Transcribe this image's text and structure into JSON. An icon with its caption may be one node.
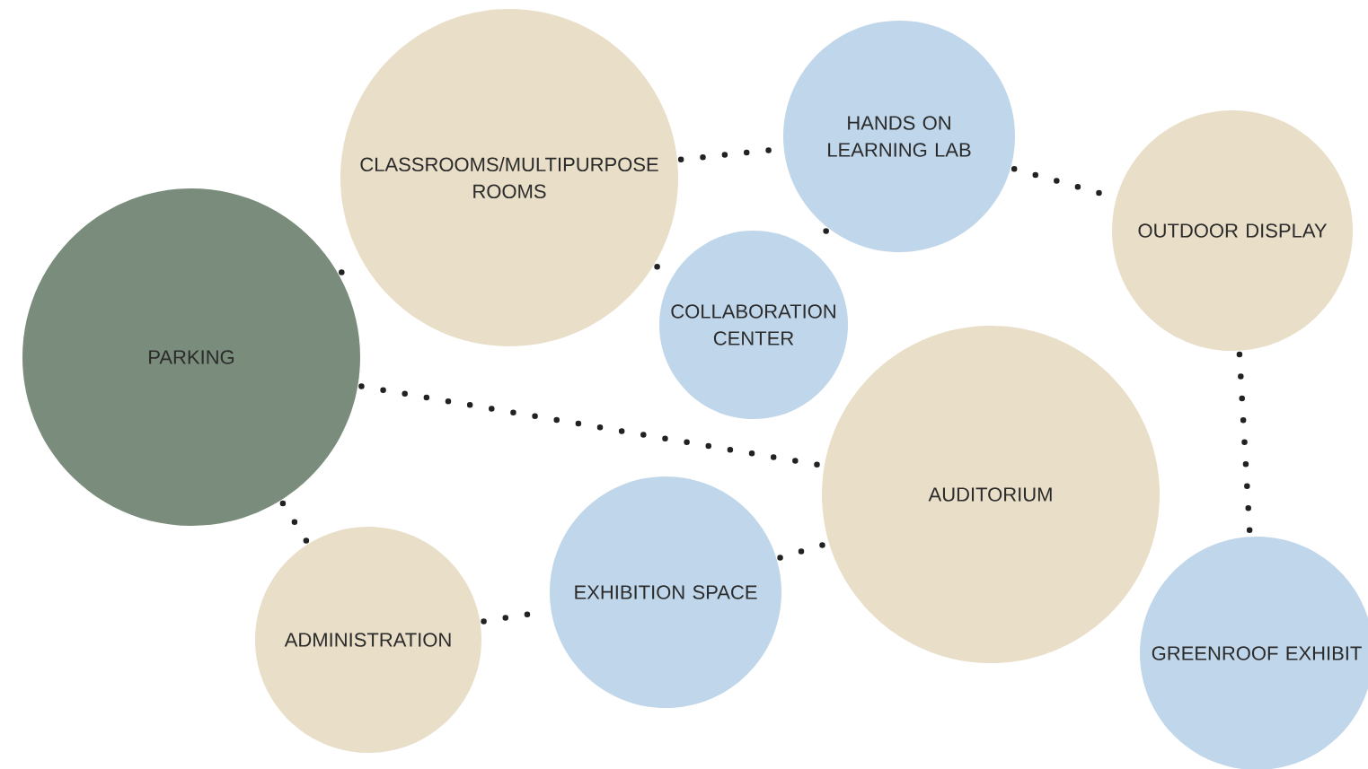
{
  "diagram": {
    "nodes": [
      {
        "text": [
          "CLASSROOMS/MULTIPURPOSE ROOMS"
        ]
      },
      {
        "text": [
          "HANDS ON LEARNING LAB"
        ]
      },
      {
        "text": [
          "OUTDOOR DISPLAY"
        ]
      },
      {
        "text": [
          "PARKING"
        ]
      },
      {
        "text": [
          "COLLABORATION CENTER"
        ]
      },
      {
        "text": [
          "AUDITORIUM"
        ]
      },
      {
        "text": [
          "EXHIBITION SPACE"
        ]
      },
      {
        "text": [
          "ADMINISTRATION"
        ]
      },
      {
        "text": [
          "GREENROOF EXHIBIT"
        ]
      }
    ],
    "edges": [
      {
        "from": 0,
        "to": 1,
        "arrow": "none"
      },
      {
        "from": 1,
        "to": 2,
        "arrow": "none"
      },
      {
        "from": 1,
        "to": 4,
        "arrow": "none"
      },
      {
        "from": 0,
        "to": 4,
        "arrow": "none"
      },
      {
        "from": 3,
        "to": 0,
        "arrow": "none"
      },
      {
        "from": 3,
        "to": 5,
        "arrow": "none"
      },
      {
        "from": 3,
        "to": 7,
        "arrow": "none"
      },
      {
        "from": 7,
        "to": 6,
        "arrow": "none"
      },
      {
        "from": 6,
        "to": 5,
        "arrow": "none"
      },
      {
        "from": 2,
        "to": 8,
        "arrow": "none"
      }
    ]
  }
}
